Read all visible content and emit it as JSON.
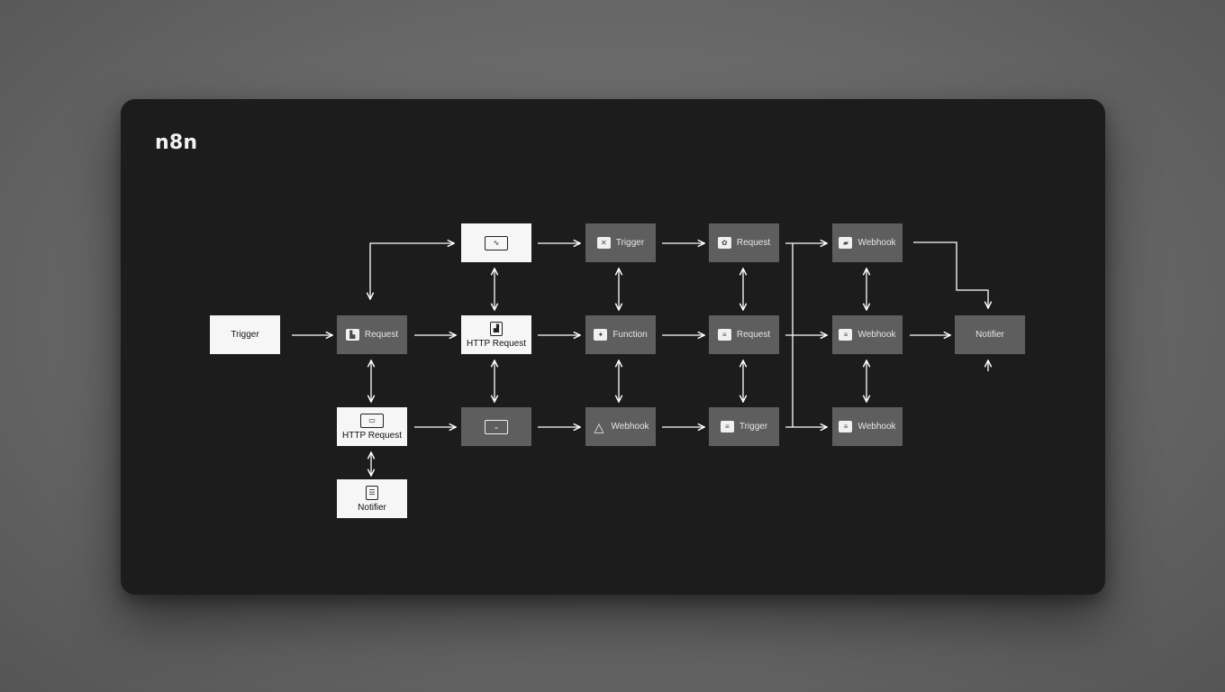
{
  "app": {
    "brand": "n8n"
  },
  "nodes": {
    "trigger_main": {
      "label": "Trigger",
      "icon": "none"
    },
    "request_1": {
      "label": "Request",
      "icon": "chart-icon"
    },
    "top_1": {
      "label": "",
      "icon": "window-icon"
    },
    "http_1": {
      "label": "HTTP Request",
      "icon": "chart-icon"
    },
    "http_2": {
      "label": "HTTP Request",
      "icon": "window-icon"
    },
    "notifier_1": {
      "label": "Notifier",
      "icon": "stack-icon"
    },
    "bot_1": {
      "label": "",
      "icon": "window-icon"
    },
    "trigger_2": {
      "label": "Trigger",
      "icon": "tool-icon"
    },
    "function_1": {
      "label": "Function",
      "icon": "gear-icon"
    },
    "webhook_1": {
      "label": "Webhook",
      "icon": "warning-icon"
    },
    "request_2": {
      "label": "Request",
      "icon": "gear-icon"
    },
    "request_3": {
      "label": "Request",
      "icon": "list-icon"
    },
    "trigger_3": {
      "label": "Trigger",
      "icon": "list-icon"
    },
    "webhook_2": {
      "label": "Webhook",
      "icon": "image-icon"
    },
    "webhook_3": {
      "label": "Webhook",
      "icon": "list-icon"
    },
    "webhook_4": {
      "label": "Webhook",
      "icon": "list-icon"
    },
    "notifier_2": {
      "label": "Notifier",
      "icon": "none"
    }
  },
  "colors": {
    "canvas": "#1c1c1c",
    "node_light": "#f6f6f6",
    "node_dark": "#5e5e5e",
    "wire": "#ffffff"
  }
}
